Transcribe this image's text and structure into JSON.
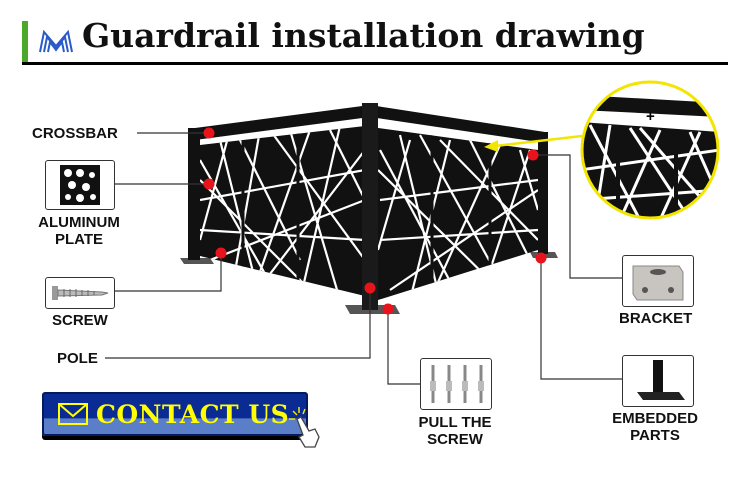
{
  "header": {
    "title": "Guardrail installation drawing",
    "logo": "blue-m-logo",
    "accent_color": "#4aa82a"
  },
  "labels": {
    "crossbar": "CROSSBAR",
    "aluminum_plate": [
      "ALUMINUM",
      "PLATE"
    ],
    "screw": "SCREW",
    "pole": "POLE",
    "pull_the_screw": [
      "PULL THE",
      "SCREW"
    ],
    "bracket": "BRACKET",
    "embedded_parts": [
      "EMBEDDED",
      "PARTS"
    ]
  },
  "detail_mark": "+",
  "contact_button": {
    "label": "CONTACT US",
    "icon": "envelope-icon",
    "cursor": "hand-pointer-icon"
  },
  "colors": {
    "marker": "#e8141c",
    "detail_ring": "#f2e600",
    "button": "#0a2a94",
    "button_text": "#ffff00"
  }
}
